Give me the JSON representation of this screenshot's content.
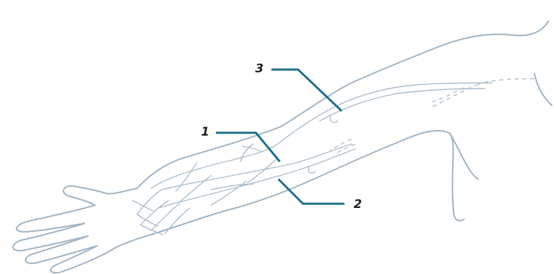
{
  "labels": {
    "one": "1",
    "two": "2",
    "three": "3"
  },
  "colors": {
    "leader": "#1c6d8c",
    "outline": "#9fb3c4",
    "vein": "#a9bccb"
  }
}
